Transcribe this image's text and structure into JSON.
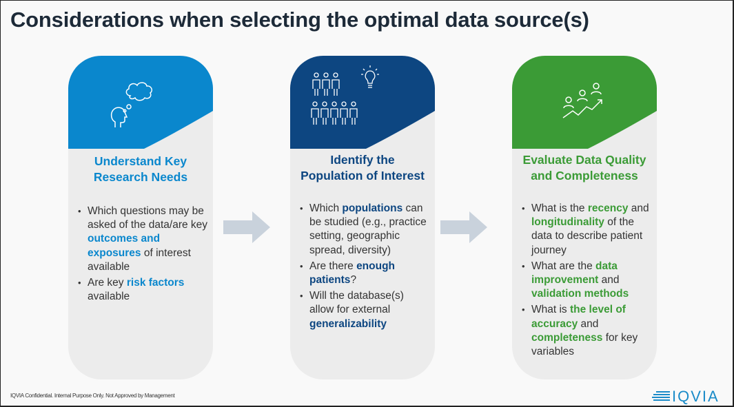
{
  "title": "Considerations when selecting the optimal data source(s)",
  "colors": {
    "blue": "#0a87cd",
    "navy": "#0d4681",
    "green": "#3b9b36",
    "card": "#ececec",
    "arrow": "#c9d2dc"
  },
  "cards": [
    {
      "heading_1": "Understand Key",
      "heading_2": "Research Needs",
      "icon": "thought-bubble-head-icon",
      "color": "#0a87cd",
      "bullets": [
        [
          {
            "t": "Which questions may be asked of the data/are key "
          },
          {
            "t": "outcomes and exposures",
            "b": true
          },
          {
            "t": " of interest available"
          }
        ],
        [
          {
            "t": "Are key "
          },
          {
            "t": "risk factors",
            "b": true
          },
          {
            "t": " available"
          }
        ]
      ]
    },
    {
      "heading_1": "Identify the",
      "heading_2": "Population of Interest",
      "icon": "population-lightbulb-icon",
      "color": "#0d4681",
      "bullets": [
        [
          {
            "t": "Which "
          },
          {
            "t": "populations",
            "b": true
          },
          {
            "t": " can be studied (e.g., practice setting, geographic spread, diversity)"
          }
        ],
        [
          {
            "t": "Are there "
          },
          {
            "t": "enough patients",
            "b": true
          },
          {
            "t": "?"
          }
        ],
        [
          {
            "t": "Will the database(s) allow for external "
          },
          {
            "t": "generalizability",
            "b": true
          }
        ]
      ]
    },
    {
      "heading_1": "Evaluate Data Quality",
      "heading_2": "and Completeness",
      "icon": "people-growth-chart-icon",
      "color": "#3b9b36",
      "bullets": [
        [
          {
            "t": "What is the "
          },
          {
            "t": "recency",
            "b": true
          },
          {
            "t": " and "
          },
          {
            "t": "longitudinality",
            "b": true
          },
          {
            "t": " of the data to describe patient journey"
          }
        ],
        [
          {
            "t": "What are the "
          },
          {
            "t": "data improvement",
            "b": true
          },
          {
            "t": " and "
          },
          {
            "t": "validation methods",
            "b": true
          }
        ],
        [
          {
            "t": "What is "
          },
          {
            "t": "the level of accuracy",
            "b": true
          },
          {
            "t": " and "
          },
          {
            "t": "completeness",
            "b": true
          },
          {
            "t": " for key variables"
          }
        ]
      ]
    }
  ],
  "footer": "IQVIA Confidential.  Internal Purpose Only.  Not Approved by Management",
  "logo": "IQVIA"
}
